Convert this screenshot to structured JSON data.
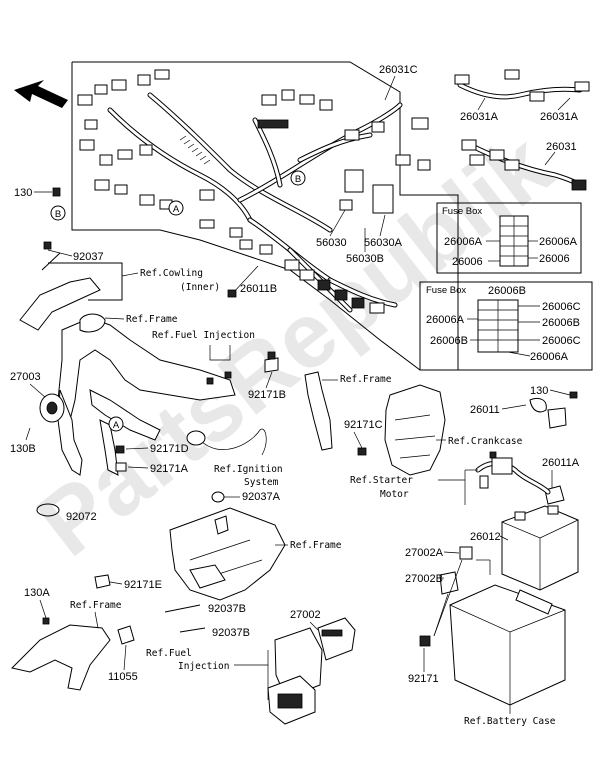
{
  "watermark": "PartsRepublik",
  "parts": {
    "p26031C": "26031C",
    "p26031A_1": "26031A",
    "p26031A_2": "26031A",
    "p26031": "26031",
    "p130": "130",
    "pB": "B",
    "p92037": "92037",
    "p26011B": "26011B",
    "p56030": "56030",
    "p56030A": "56030A",
    "p56030B": "56030B",
    "p27003": "27003",
    "p130B": "130B",
    "p92171D": "92171D",
    "p92171A": "92171A",
    "p92171B": "92171B",
    "p92171C": "92171C",
    "p26011": "26011",
    "p130_2": "130",
    "p26011A": "26011A",
    "p92037A": "92037A",
    "p92072": "92072",
    "p26012": "26012",
    "p27002A": "27002A",
    "p27002B": "27002B",
    "p92171E": "92171E",
    "p130A": "130A",
    "p92037B_1": "92037B",
    "p92037B_2": "92037B",
    "p27002": "27002",
    "p11055": "11055",
    "p92171": "92171"
  },
  "fuse_box_1": {
    "title": "Fuse Box",
    "a": "26006A",
    "b": "26006A",
    "c": "26006",
    "d": "26006"
  },
  "fuse_box_2": {
    "title": "Fuse Box",
    "top": "26006B",
    "a": "26006C",
    "b": "26006A",
    "c": "26006B",
    "d": "26006B",
    "e": "26006C",
    "f": "26006A"
  },
  "refs": {
    "cowling": "Ref.Cowling",
    "cowling2": "(Inner)",
    "frame1": "Ref.Frame",
    "fuel_inj1": "Ref.Fuel Injection",
    "frame2": "Ref.Frame",
    "crankcase": "Ref.Crankcase",
    "starter": "Ref.Starter",
    "starter2": "Motor",
    "ignition": "Ref.Ignition",
    "ignition2": "System",
    "frame3": "Ref.Frame",
    "frame4": "Ref.Frame",
    "fuel_inj2": "Ref.Fuel",
    "fuel_inj2b": "Injection",
    "battery": "Ref.Battery Case"
  },
  "callouts": {
    "A1": "A",
    "A2": "A",
    "B1": "B",
    "B2": "B"
  }
}
